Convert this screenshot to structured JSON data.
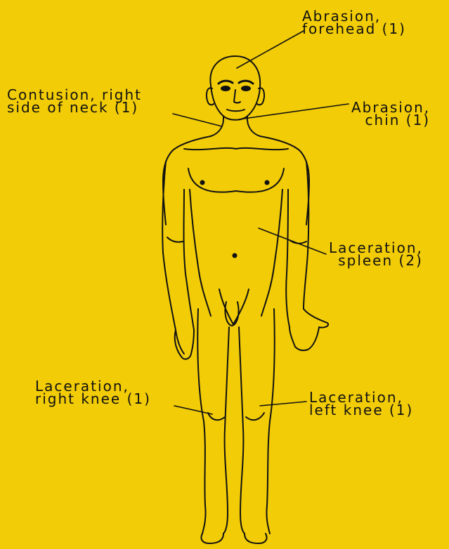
{
  "diagram": {
    "background_color": "#f2cc07",
    "line_color": "#111111",
    "annotations": [
      {
        "id": "forehead",
        "line1": "Abrasion,",
        "line2": "forehead  (1)"
      },
      {
        "id": "neck",
        "line1": "Contusion, right",
        "line2": "side of neck (1)"
      },
      {
        "id": "chin",
        "line1": "Abrasion,",
        "line2": "chin (1)"
      },
      {
        "id": "spleen",
        "line1": "Laceration,",
        "line2": "spleen (2)"
      },
      {
        "id": "rknee",
        "line1": "Laceration,",
        "line2": "right knee (1)"
      },
      {
        "id": "lknee",
        "line1": "Laceration,",
        "line2": "left knee  (1)"
      }
    ]
  }
}
